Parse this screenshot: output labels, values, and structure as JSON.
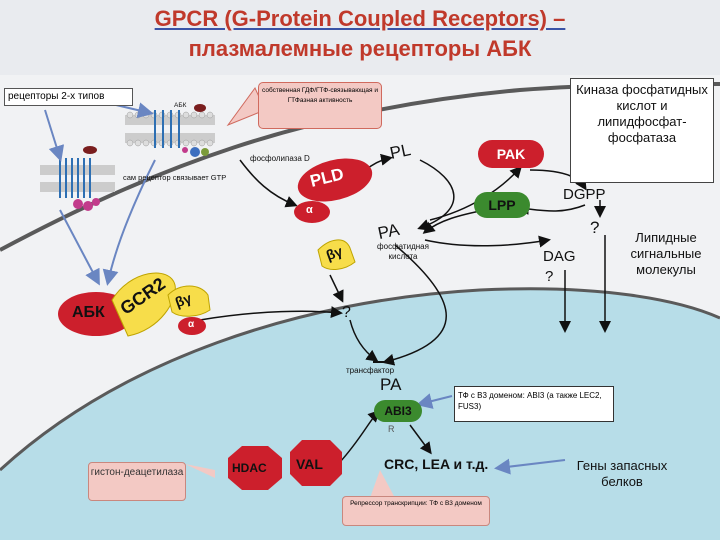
{
  "title": {
    "line1": "GPCR (G-Protein Coupled Receptors) –",
    "line2": "плазмалемные рецепторы АБК"
  },
  "labels": {
    "receptor_types": "рецепторы 2-х типов",
    "gdp_gtp_activity": "собственная ГДФ/ГТФ-связывающая и ГТФазная активность",
    "aba_small": "АБК",
    "phospholipase_d": "фосфолипаза D",
    "receptor_binds_gtp": "сам рецептор связывает GTP",
    "kinase_box": "Киназа фосфатидных кислот и липидфосфат-фосфатаза",
    "pl": "PL",
    "pak": "PAK",
    "pld": "PLD",
    "lpp": "LPP",
    "dgpp": "DGPP",
    "alpha": "α",
    "pa": "PA",
    "q1": "?",
    "lipid_signal": "Липидные сигнальные молекулы",
    "beta_gamma_1": "βγ",
    "phosphatidic_acid": "фосфатидная кислота",
    "dag": "DAG",
    "q_dag": "?",
    "abk": "АБК",
    "gcr2": "GCR2",
    "beta_gamma_2": "βγ",
    "alpha2": "α",
    "q_center": "?",
    "transfactor": "трансфактор",
    "pa_nucleus": "PA",
    "tf_b3": "ТФ с В3 доменом: ABI3 (а также LEC2, FUS3)",
    "abi3": "ABI3",
    "r_small": "R",
    "histone_deacetylase": "гистон-деацетилаза",
    "hdac": "HDAC",
    "val": "VAL",
    "crc_lea": "CRC, LEA и т.д.",
    "storage_genes": "Гены запасных белков",
    "repressor": "Репрессор транскрипции: ТФ с В3 доменом"
  }
}
